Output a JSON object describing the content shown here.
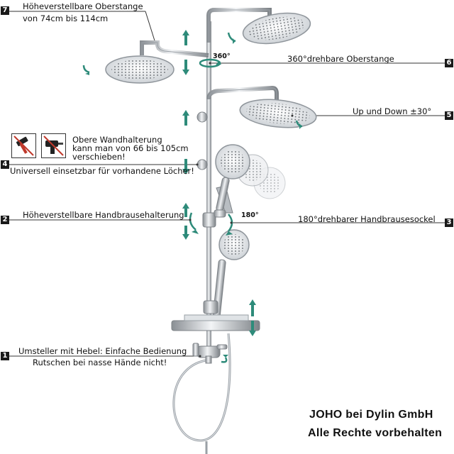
{
  "labels": {
    "l7_line1": "Höheverstellbare Oberstange",
    "l7_line2": "von 74cm bis 114cm",
    "l6": "360°drehbare Oberstange",
    "l5": "Up und Down ±30°",
    "l4_line1": "Obere Wandhalterung",
    "l4_line2": "kann man von 66 bis 105cm",
    "l4_line3": "verschieben!",
    "l4_line4": "Universell einsetzbar für vorhandene Löcher!",
    "l2": "Höheverstellbare Handbrausehalterung",
    "l3": "180°drehbarer Handbrausesockel",
    "l1_line1": "Umsteller mit Hebel: Einfache Bedienung",
    "l1_line2": "Rutschen bei nasse Hände nicht!"
  },
  "badges": {
    "b1": "1",
    "b2": "2",
    "b3": "3",
    "b4": "4",
    "b5": "5",
    "b6": "6",
    "b7": "7"
  },
  "degrees": {
    "d360": "360°",
    "d180": "180°"
  },
  "footer": {
    "line1": "JOHO bei Dylin GmbH",
    "line2": "Alle Rechte vorbehalten"
  },
  "icons": {
    "hammer": "hammer-icon",
    "drill": "drill-icon"
  },
  "colors": {
    "arrow": "#2e8b7a",
    "chrome": "#c8ccd0",
    "line": "#333333",
    "badge": "#1a1a1a"
  }
}
